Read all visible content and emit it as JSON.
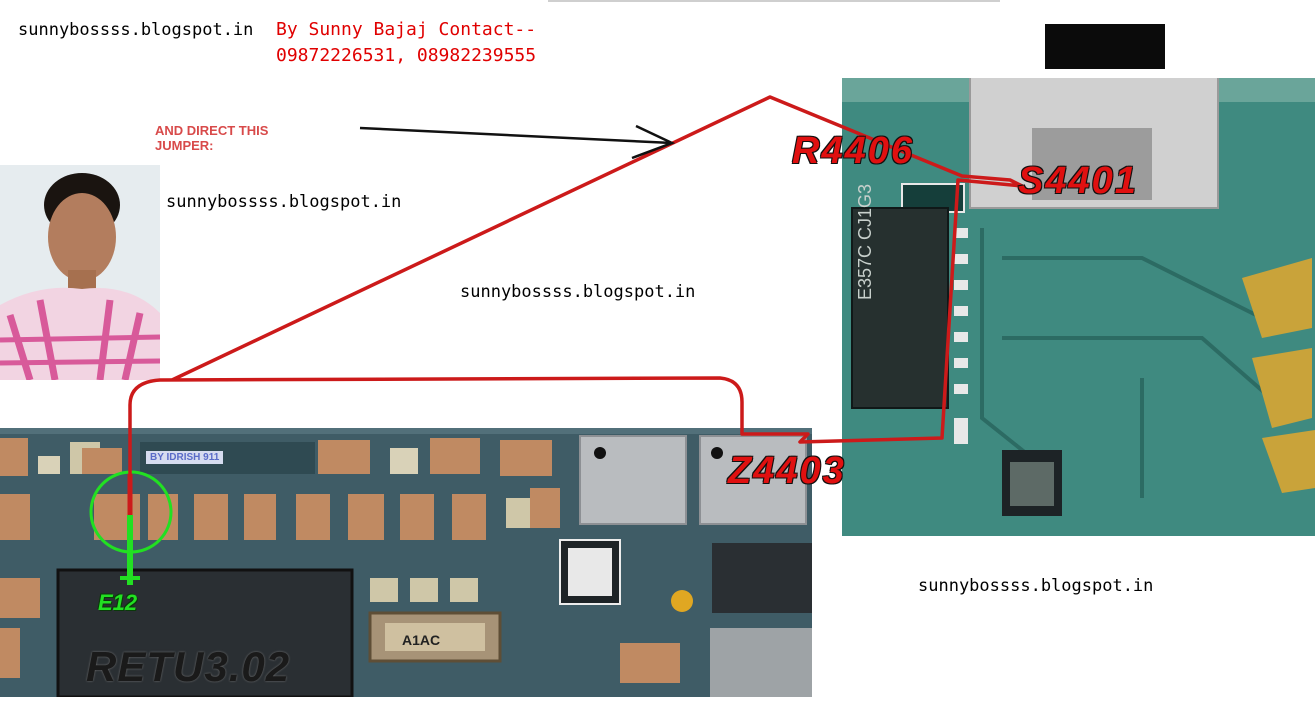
{
  "watermarks": {
    "top_left": "sunnybossss.blogspot.in",
    "near_photo": "sunnybossss.blogspot.in",
    "center": "sunnybossss.blogspot.in",
    "bottom_right": "sunnybossss.blogspot.in"
  },
  "credit": {
    "line1": "By Sunny Bajaj Contact--",
    "line2": "09872226531, 08982239555"
  },
  "instruction": {
    "line1": "AND DIRECT THIS",
    "line2": "JUMPER:"
  },
  "labels": {
    "r4406": "R4406",
    "s4401": "S4401",
    "z4403": "Z4403",
    "e12": "E12",
    "retu": "RETU3.02"
  },
  "board_marks": {
    "credit_tag": "BY IDRISH 911",
    "ic_marking": "E357C  CJ1G3",
    "crystal": "A1AC"
  },
  "colors": {
    "jumper": "#cc1a1a",
    "label_red": "#e01010",
    "label_green": "#22e022",
    "pcb_left": "#3f5c66",
    "pcb_right": "#3f8a80"
  }
}
